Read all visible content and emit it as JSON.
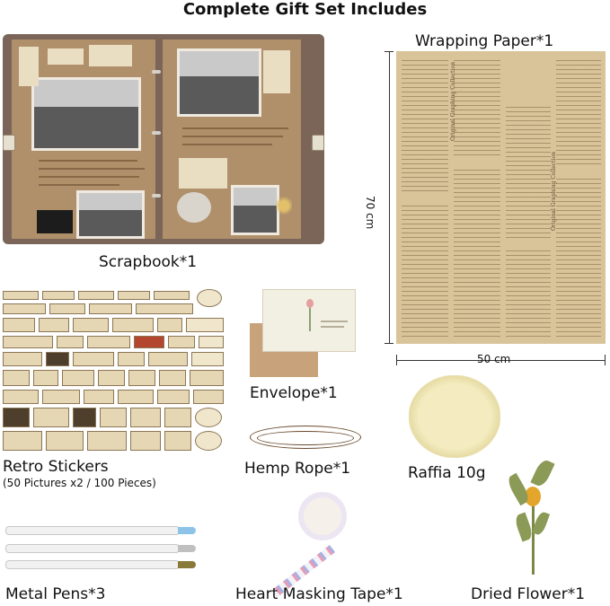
{
  "title": "Complete Gift Set Includes",
  "items": {
    "scrapbook": "Scrapbook*1",
    "wrapping_paper": "Wrapping Paper*1",
    "wrapping_width": "50 cm",
    "wrapping_height": "70 cm",
    "retro_stickers": "Retro Stickers",
    "retro_stickers_detail": "(50 Pictures x2 / 100 Pieces)",
    "envelope": "Envelope*1",
    "hemp_rope": "Hemp Rope*1",
    "raffia": "Raffia 10g",
    "metal_pens": "Metal Pens*3",
    "masking_tape": "Heart Masking Tape*1",
    "dried_flower": "Dried Flower*1"
  },
  "colors": {
    "book_cover": "#7a6558",
    "kraft_page": "#b0906a",
    "wrapping_paper": "#d9c49a",
    "pen_blue": "#8cc4e8",
    "pen_silver": "#c0c0c0",
    "pen_gold": "#8a7a3a"
  }
}
